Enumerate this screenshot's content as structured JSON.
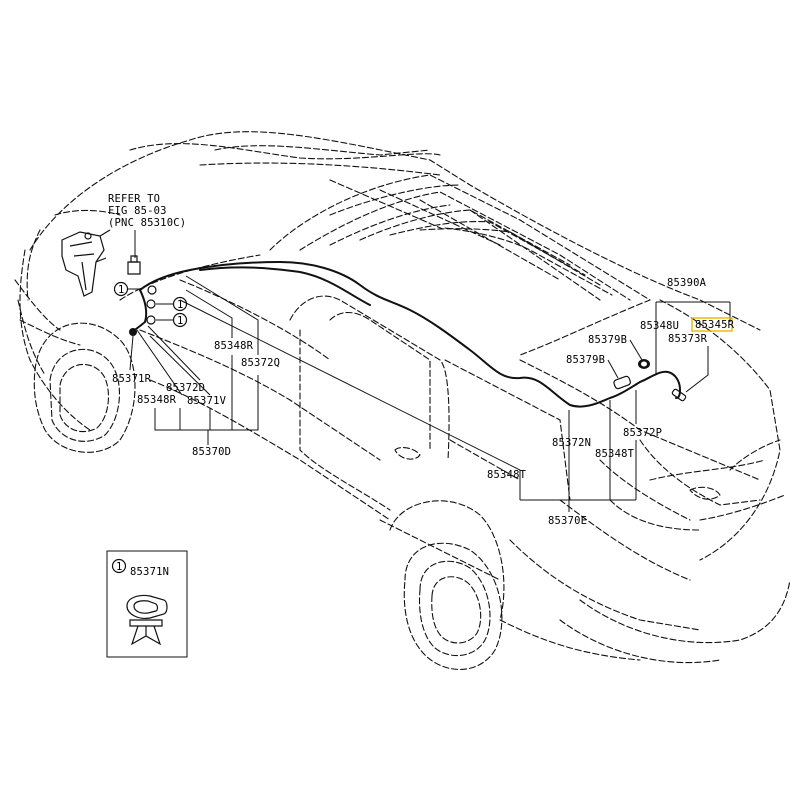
{
  "note": {
    "line1": "REFER TO",
    "line2": "FIG 85-03",
    "line3": "(PNC 85310C)"
  },
  "callout_marker": "1",
  "inset": {
    "marker": "1",
    "part": "85371N"
  },
  "labels": {
    "p85390A": "85390A",
    "p85348U": "85348U",
    "p85345R": "85345R",
    "p85373R": "85373R",
    "p85379B_top": "85379B",
    "p85379B_bottom": "85379B",
    "p85348R_upper": "85348R",
    "p85372Q": "85372Q",
    "p85371R": "85371R",
    "p85372D": "85372D",
    "p85348R_lower": "85348R",
    "p85371V": "85371V",
    "p85370D": "85370D",
    "p85372N": "85372N",
    "p85372P": "85372P",
    "p85348T_right": "85348T",
    "p85348T_mid": "85348T",
    "p85370E": "85370E"
  },
  "highlight_color": "#e7b800"
}
